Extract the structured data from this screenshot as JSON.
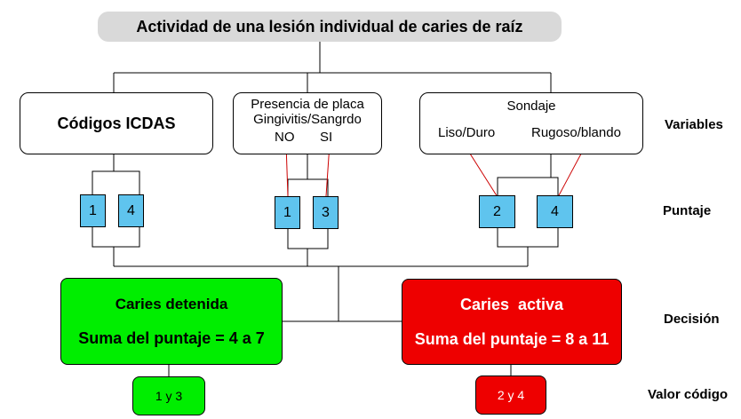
{
  "title": "Actividad de una lesión individual de caries de raíz",
  "variables": {
    "icdas": "Códigos ICDAS",
    "placa_line1": "Presencia de placa",
    "placa_line2": "Gingivitis/Sangrdo",
    "placa_no": "NO",
    "placa_si": "SI",
    "sondaje": "Sondaje",
    "sondaje_liso": "Liso/Duro",
    "sondaje_rugoso": "Rugoso/blando"
  },
  "scores": {
    "icdas_a": "1",
    "icdas_b": "4",
    "placa_a": "1",
    "placa_b": "3",
    "sondaje_a": "2",
    "sondaje_b": "4"
  },
  "decisions": {
    "detenida_title": "Caries detenida",
    "detenida_sum": "Suma del puntaje = 4 a 7",
    "activa_title": "Caries  activa",
    "activa_sum": "Suma del puntaje = 8 a 11"
  },
  "codes": {
    "detenida": "1 y 3",
    "activa": "2 y 4"
  },
  "side_labels": {
    "variables": "Variables",
    "puntaje": "Puntaje",
    "decision": "Decisión",
    "valor_codigo": "Valor código"
  },
  "colors": {
    "score_fill": "#5fc4ee",
    "green": "#00ee00",
    "red": "#ee0000",
    "title_fill": "#d9d9d9",
    "red_line": "#cc0000"
  }
}
